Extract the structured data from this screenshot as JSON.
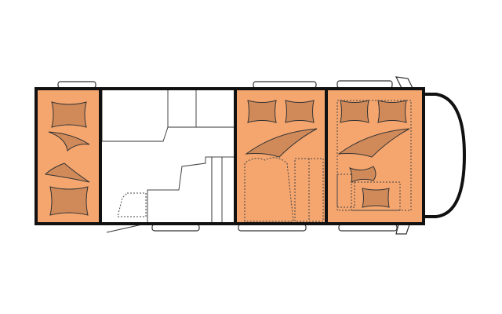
{
  "plan": {
    "title": "",
    "colors": {
      "sleeping_zone": "#f5a66f",
      "pillow": "#d08a5a",
      "wall": "#111111",
      "floor": "#ffffff"
    },
    "zones": [
      {
        "id": "rear-bed-area",
        "kind": "sleeping"
      },
      {
        "id": "kitchen-dinette-area",
        "kind": "living"
      },
      {
        "id": "middle-bed-area",
        "kind": "sleeping"
      },
      {
        "id": "front-bed-area",
        "kind": "sleeping"
      }
    ],
    "icons": [
      "pillow-icon",
      "blanket-icon",
      "window",
      "door",
      "seat",
      "bed-frame"
    ]
  }
}
